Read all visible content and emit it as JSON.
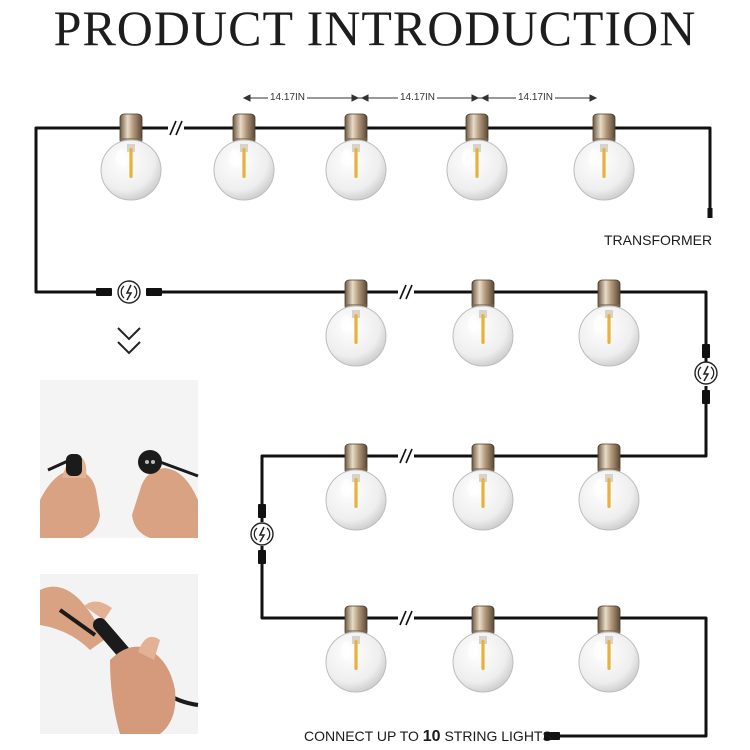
{
  "title": "PRODUCT INTRODUCTION",
  "spacing_labels": [
    "14.17IN",
    "14.17IN",
    "14.17IN"
  ],
  "transformer_label": "TRANSFORMER",
  "connect_label": {
    "prefix": "CONNECT UP TO ",
    "count": "10",
    "suffix": " STRING LIGHTS"
  },
  "colors": {
    "wire": "#111111",
    "socket": "#b8a58a",
    "bulb_glass": "#f2f2f2",
    "filament": "#e8b13a"
  },
  "icons": {
    "connector": "lightning-connector-icon",
    "arrow": "double-chevron-down-icon",
    "wire_break": "wire-break-icon"
  }
}
